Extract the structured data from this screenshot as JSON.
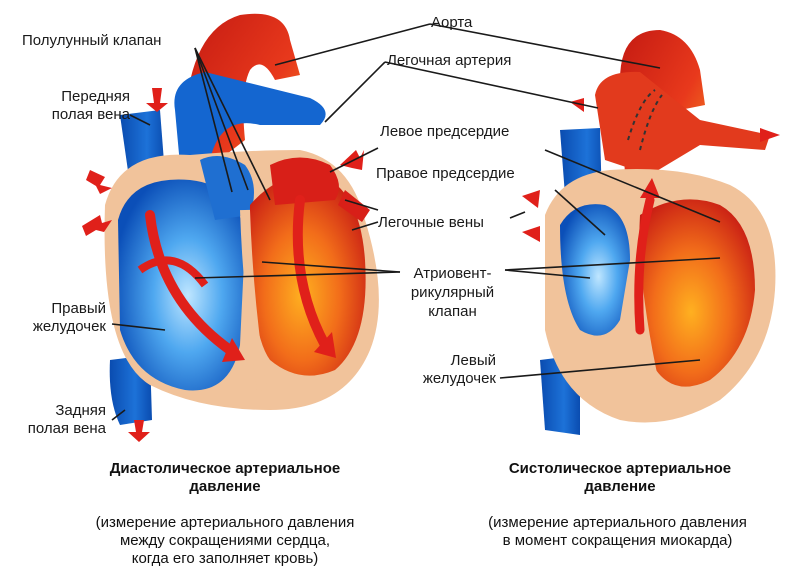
{
  "labels": {
    "aorta": "Аорта",
    "semilunar_valve": "Полулунный клапан",
    "pulmonary_artery": "Легочная артерия",
    "anterior_vena_cava_1": "Передняя",
    "anterior_vena_cava_2": "полая вена",
    "left_atrium": "Левое предсердие",
    "right_atrium": "Правое предсердие",
    "pulmonary_veins": "Легочные вены",
    "av_valve_1": "Атриовент-",
    "av_valve_2": "рикулярный",
    "av_valve_3": "клапан",
    "right_ventricle_1": "Правый",
    "right_ventricle_2": "желудочек",
    "left_ventricle_1": "Левый",
    "left_ventricle_2": "желудочек",
    "posterior_vena_cava_1": "Задняя",
    "posterior_vena_cava_2": "полая вена"
  },
  "captions": {
    "diastolic": {
      "title_1": "Диастолическое артериальное",
      "title_2": "давление",
      "note_1": "(измерение артериального давления",
      "note_2": "между сокращениями сердца,",
      "note_3": "когда его заполняет кровь)"
    },
    "systolic": {
      "title_1": "Систолическое артериальное",
      "title_2": "давление",
      "note_1": "(измерение артериального давления",
      "note_2": "в момент сокращения миокарда)"
    }
  },
  "colors": {
    "oxygenated": "#d9261c",
    "deoxygenated": "#1f6fd1",
    "tissue": "#f2c9a0",
    "arrow": "#e0201a"
  }
}
